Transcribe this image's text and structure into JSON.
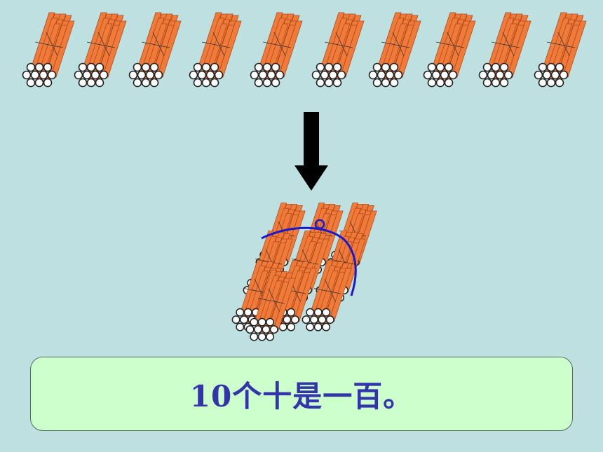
{
  "caption": {
    "text": "10个十是一百。"
  },
  "colors": {
    "background": "#bfe0e0",
    "stick": "#f07a3a",
    "stick_dark": "#c85a20",
    "tie": "#1a1acc",
    "caption_bg": "#ccffcc",
    "caption_text": "#3333aa",
    "arrow": "#000000"
  },
  "bundles": {
    "small_bundle_count": 10,
    "sticks_per_bundle": 10
  },
  "icons": [
    "stick-bundle-icon",
    "down-arrow-icon",
    "hundred-bundle-icon"
  ]
}
